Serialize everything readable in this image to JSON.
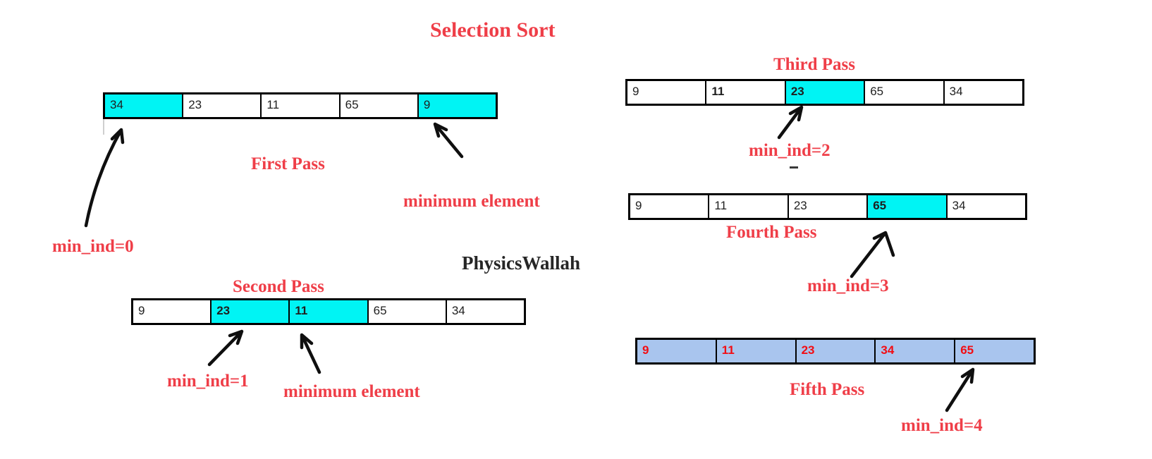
{
  "title": "Selection Sort",
  "watermark": "PhysicsWallah",
  "colors": {
    "label_red": "#ef3e48",
    "highlight_cyan": "#00f4f4",
    "sorted_blue": "#a9c5ee",
    "sorted_value_red": "#f20d13",
    "watermark_ink": "#262626"
  },
  "passes": [
    {
      "label": "First Pass",
      "values": [
        "34",
        "23",
        "11",
        "65",
        "9"
      ]
    },
    {
      "label": "Second Pass",
      "values": [
        "9",
        "23",
        "11",
        "65",
        "34"
      ]
    },
    {
      "label": "Third Pass",
      "values": [
        "9",
        "11",
        "23",
        "65",
        "34"
      ]
    },
    {
      "label": "Fourth Pass",
      "values": [
        "9",
        "11",
        "23",
        "65",
        "34"
      ]
    },
    {
      "label": "Fifth Pass",
      "values": [
        "9",
        "11",
        "23",
        "34",
        "65"
      ]
    }
  ],
  "annotations": {
    "min_ind_0": "min_ind=0",
    "min_ind_1": "min_ind=1",
    "min_ind_2": "min_ind=2",
    "min_ind_3": "min_ind=3",
    "min_ind_4": "min_ind=4",
    "minimum_element_1": "minimum element",
    "minimum_element_2": "minimum element"
  }
}
